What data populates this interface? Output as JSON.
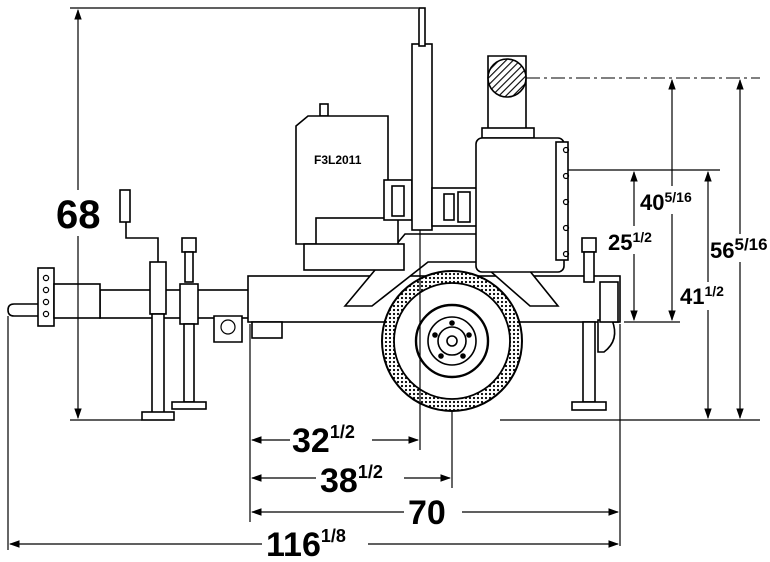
{
  "engine_label": "F3L2011",
  "dimensions": {
    "height_overall": {
      "whole": "68",
      "frac": ""
    },
    "exhaust_height": {
      "whole": "56",
      "frac": "5/16"
    },
    "discharge_height": {
      "whole": "41",
      "frac": "1/2"
    },
    "exhaust_to_frame": {
      "whole": "40",
      "frac": "5/16"
    },
    "discharge_to_frame": {
      "whole": "25",
      "frac": "1/2"
    },
    "frame_to_stack": {
      "whole": "32",
      "frac": "1/2"
    },
    "frame_to_axle": {
      "whole": "38",
      "frac": "1/2"
    },
    "frame_length": {
      "whole": "70",
      "frac": ""
    },
    "overall_length": {
      "whole": "116",
      "frac": "1/8"
    }
  }
}
